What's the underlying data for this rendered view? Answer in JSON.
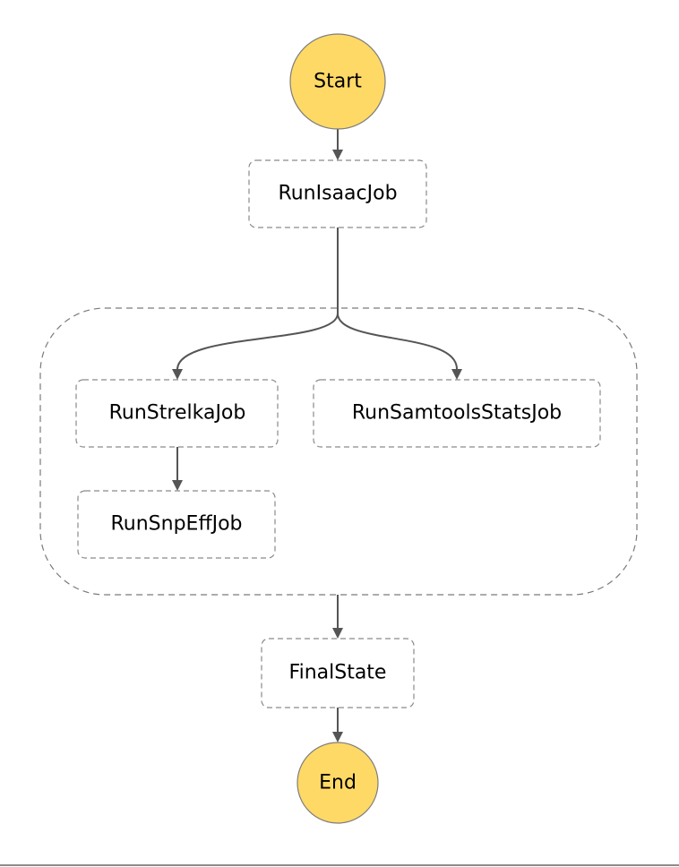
{
  "colors": {
    "terminal_fill": "#ffd966",
    "edge": "#555555",
    "task_border": "#8a8a8a"
  },
  "nodes": {
    "start": "Start",
    "run_isaac_job": "RunIsaacJob",
    "run_strelka_job": "RunStrelkaJob",
    "run_samtools_stats_job": "RunSamtoolsStatsJob",
    "run_snp_eff_job": "RunSnpEffJob",
    "final_state": "FinalState",
    "end": "End"
  }
}
